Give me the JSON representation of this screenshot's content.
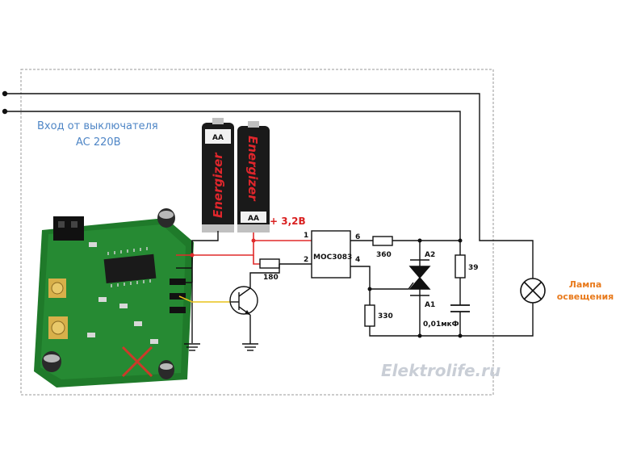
{
  "input_label": {
    "line1": "Вход от выключателя",
    "line2": "AC 220В",
    "color": "#4f86c6"
  },
  "supply_label": {
    "text": "+ 3,2В",
    "color": "#d92020"
  },
  "optocoupler": {
    "name": "MOC3083",
    "pins": {
      "p1": "1",
      "p2": "2",
      "p4": "4",
      "p6": "6"
    }
  },
  "components": {
    "r_base": "180",
    "r_360": "360",
    "r_330": "330",
    "r_39": "39",
    "cap": "0,01мкФ",
    "triac_a2": "A2",
    "triac_a1": "A1"
  },
  "battery": {
    "brand": "Energizer",
    "size": "AA",
    "count": 2,
    "colors": {
      "label": "#1a1a1a",
      "accent": "#e0262c",
      "cap": "#c0c0c0"
    }
  },
  "lamp_label": {
    "line1": "Лампа",
    "line2": "освещения",
    "color": "#e87a1c"
  },
  "watermark": {
    "text": "Elektrolife.ru",
    "color": "#c9ced6"
  },
  "colors": {
    "wire": "#111111",
    "wire_red": "#e02a2a",
    "wire_yellow": "#e8c21a",
    "pcb": "#1f7a2a",
    "frame": "#9a9a9a"
  }
}
